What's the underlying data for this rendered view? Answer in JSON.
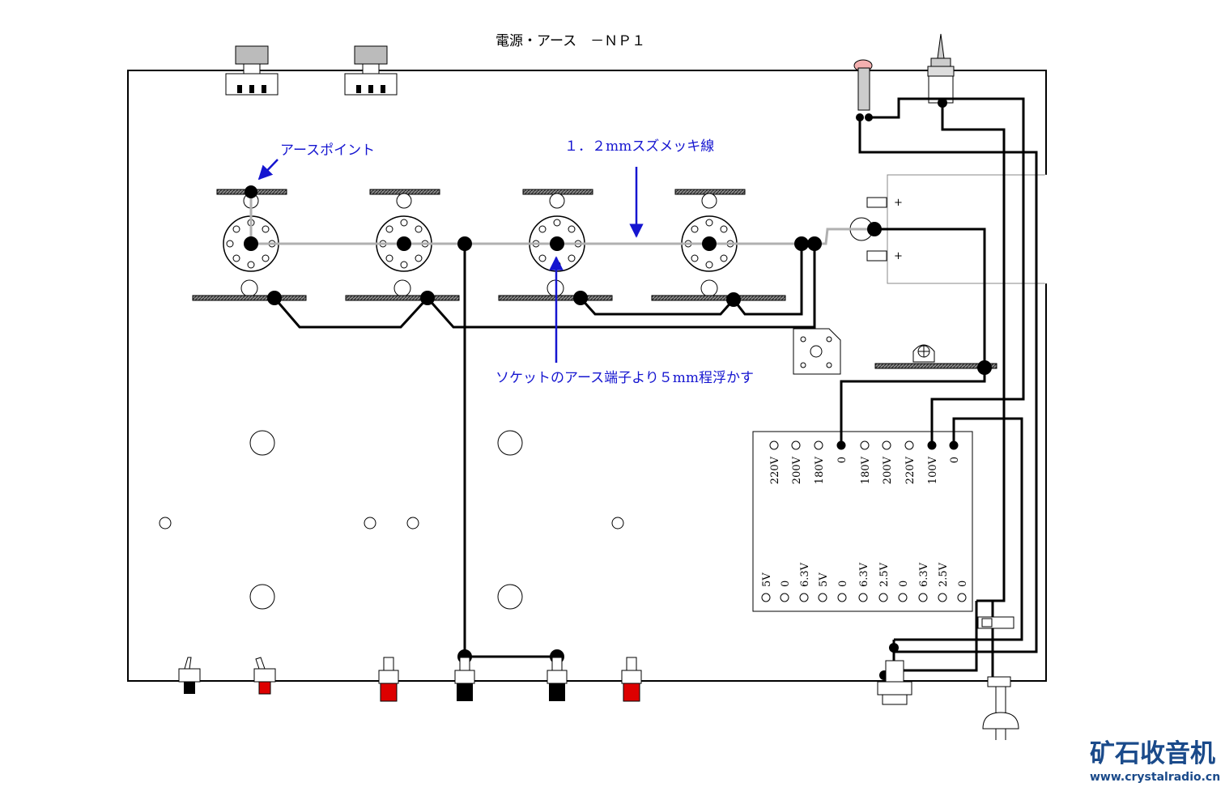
{
  "title": "電源・アース　－ＮＰ１",
  "annotations": {
    "earth_point": "アースポイント",
    "wire": "１．２mmスズメッキ線",
    "float": "ソケットのアース端子より５mm程浮かす"
  },
  "capacitor_plus": "+",
  "transformer": {
    "top_labels": [
      "220V",
      "200V",
      "180V",
      "0",
      "180V",
      "200V",
      "220V",
      "100V",
      "0"
    ],
    "bottom_labels": [
      "5V",
      "0",
      "6.3V",
      "5V",
      "0",
      "6.3V",
      "2.5V",
      "0",
      "6.3V",
      "2.5V",
      "0"
    ]
  },
  "watermark": {
    "main": "矿石收音机",
    "url": "www.crystalradio.cn"
  },
  "colors": {
    "blue_text": "#1515d0",
    "red_terminal": "#dd0000",
    "gray_wire": "#b0b0b0"
  }
}
